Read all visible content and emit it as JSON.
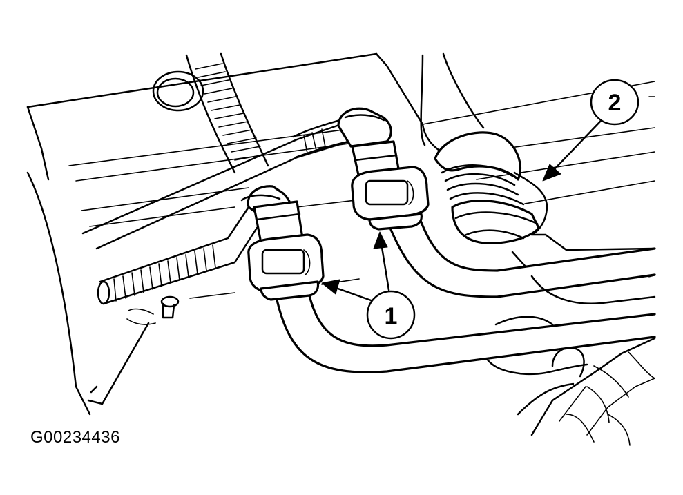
{
  "figure_code": "G00234436",
  "callouts": [
    {
      "number": "1"
    },
    {
      "number": "2"
    }
  ]
}
